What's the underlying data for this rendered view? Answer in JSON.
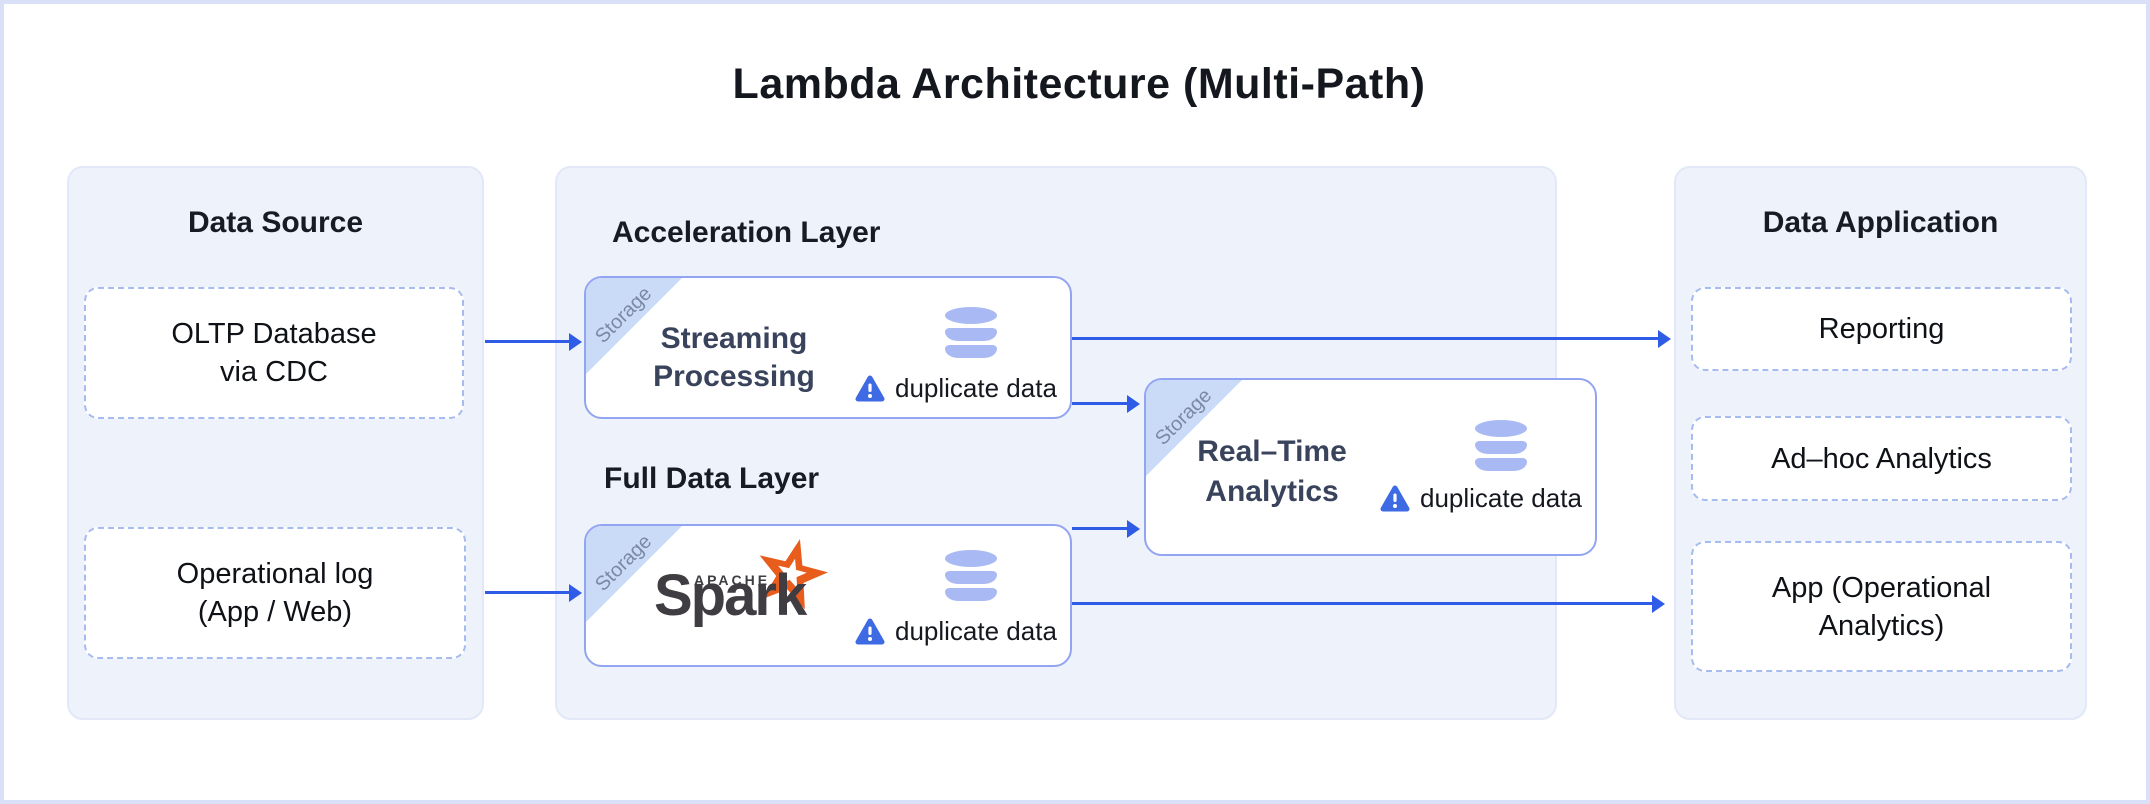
{
  "title": "Lambda Architecture (Multi-Path)",
  "colors": {
    "arrow_blue": "#2e5ce6",
    "box_border": "#93a5f2",
    "dash_border": "#a6bbf0",
    "panel_bg": "#eef2fb",
    "panel_border": "#e2e8f7",
    "ribbon_bg": "#cadbf8",
    "ribbon_text": "#7b89a6",
    "db_icon": "#a9b9f3",
    "warning_blue": "#3e6ae3",
    "spark_orange": "#e85c1c",
    "spark_dark": "#3f3c42",
    "text_dark": "#14171e",
    "label_slate": "#39435c",
    "frame": "#d9e0f8"
  },
  "source": {
    "title": "Data Source",
    "oltp": "OLTP Database\nvia CDC",
    "oplog": "Operational log\n(App / Web)"
  },
  "middle": {
    "acceleration_label": "Acceleration Layer",
    "full_data_label": "Full Data Layer",
    "streaming": {
      "ribbon": "Storage",
      "label": "Streaming\nProcessing",
      "warning": "duplicate data"
    },
    "spark": {
      "ribbon": "Storage",
      "apache": "APACHE",
      "name": "Spark",
      "warning": "duplicate data"
    },
    "realtime": {
      "ribbon": "Storage",
      "label": "Real–Time\nAnalytics",
      "warning": "duplicate data"
    }
  },
  "apps": {
    "title": "Data Application",
    "items": [
      {
        "label": "Reporting"
      },
      {
        "label": "Ad–hoc Analytics"
      },
      {
        "label": "App (Operational\nAnalytics)"
      }
    ]
  },
  "icons": {
    "database": "database-icon",
    "warning": "warning-icon",
    "spark_star": "spark-star-icon",
    "storage_ribbon": "storage-ribbon"
  }
}
